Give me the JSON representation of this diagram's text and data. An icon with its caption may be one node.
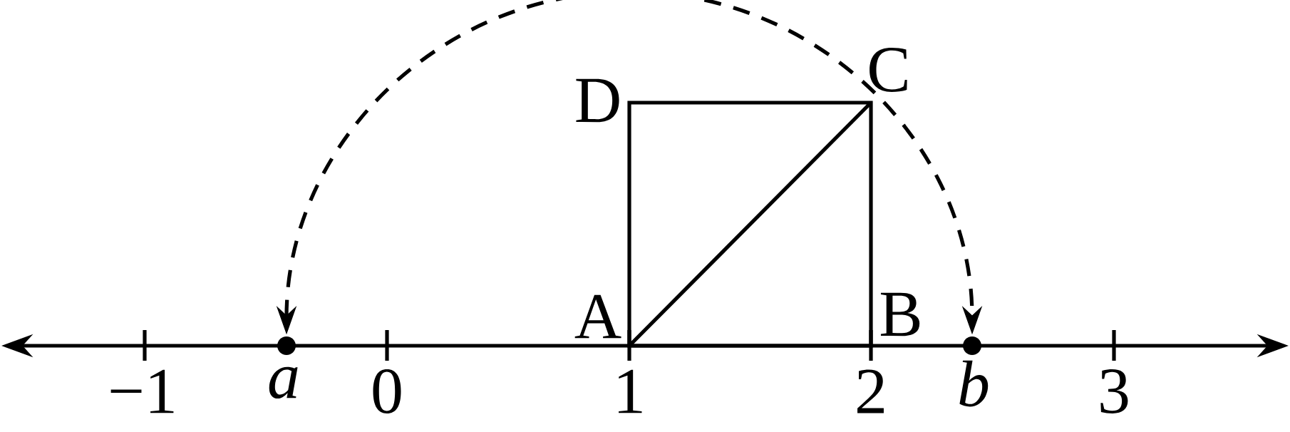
{
  "diagram": {
    "nodes": [
      {
        "text": [],
        "shape": "circle",
        "beside": [
          "a"
        ]
      },
      {
        "text": [],
        "shape": "circle",
        "beside": [
          "b"
        ]
      }
    ],
    "edges": [
      {
        "from": 0,
        "to": 1,
        "arrow": "both",
        "style": "dashed"
      }
    ],
    "labels": [
      "C",
      "D",
      "A",
      "B",
      "−1",
      "0",
      "1",
      "2",
      "3"
    ]
  }
}
